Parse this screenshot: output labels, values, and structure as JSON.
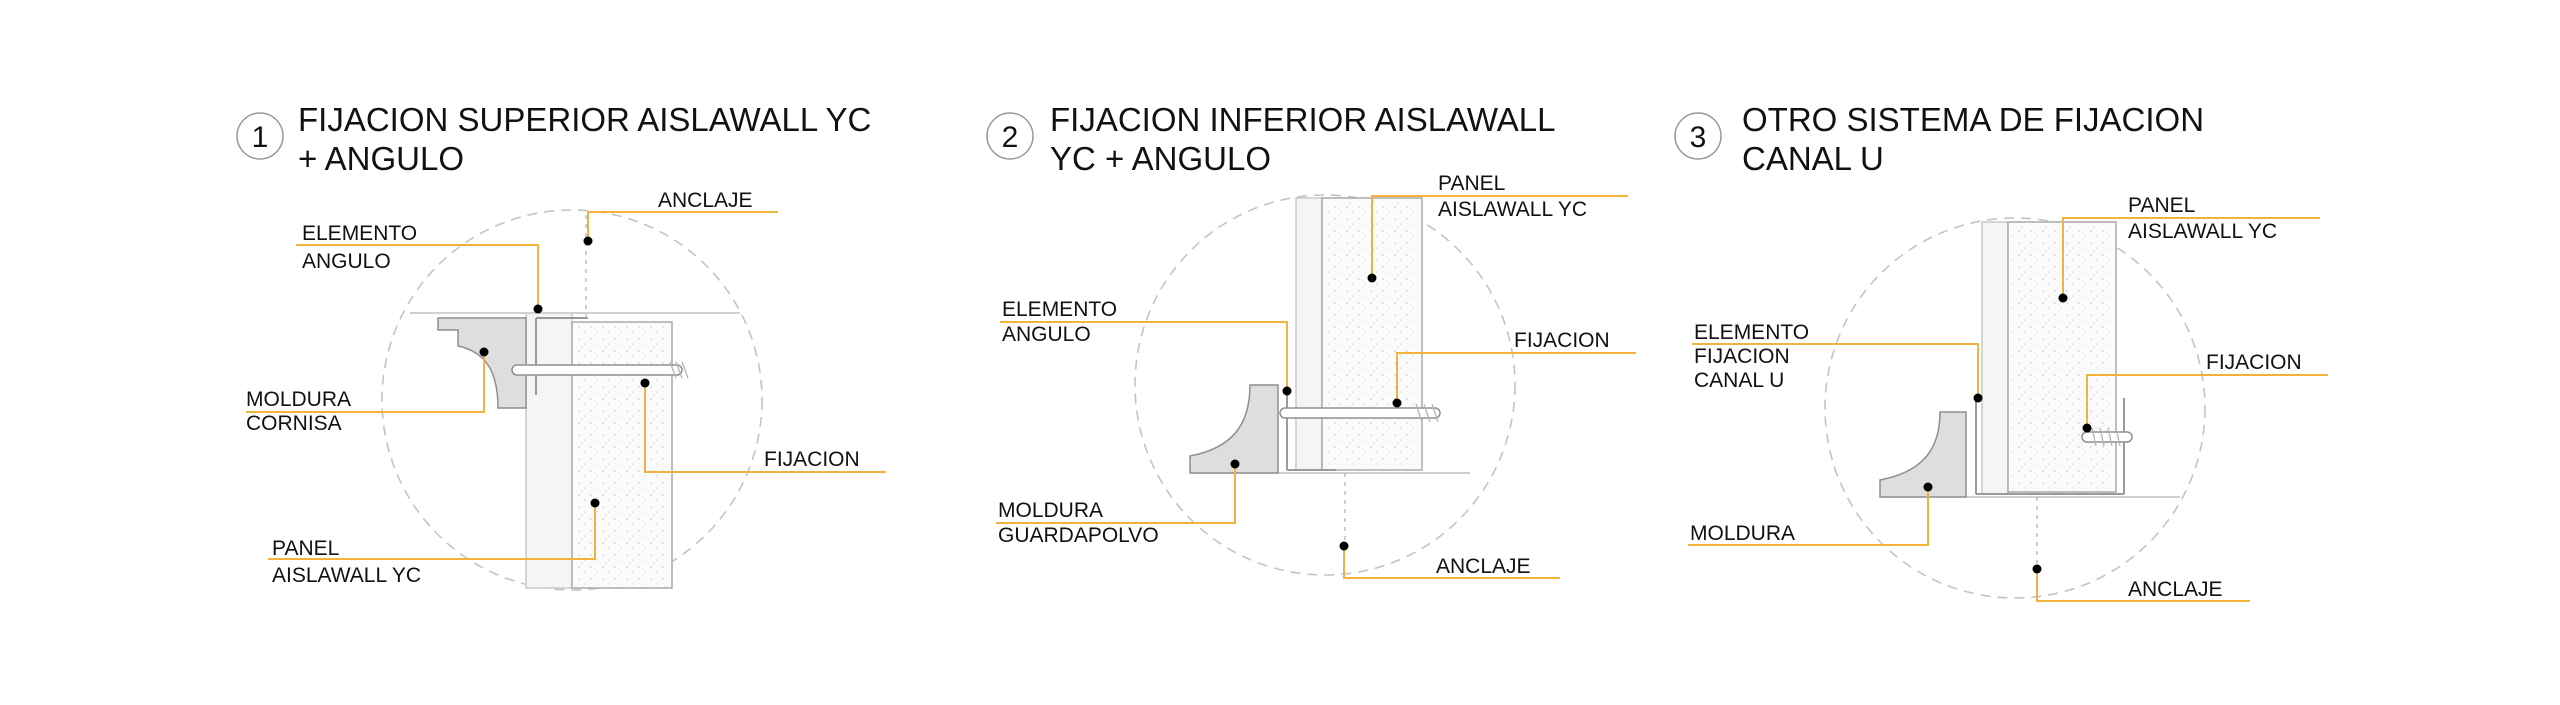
{
  "details": [
    {
      "number": "1",
      "title_lines": [
        "FIJACION SUPERIOR AISLAWALL YC",
        "+ ANGULO"
      ],
      "labels": {
        "anclaje": [
          "ANCLAJE"
        ],
        "elemento": [
          "ELEMENTO",
          "ANGULO"
        ],
        "moldura": [
          "MOLDURA",
          "CORNISA"
        ],
        "fijacion": [
          "FIJACION"
        ],
        "panel": [
          "PANEL",
          "AISLAWALL YC"
        ]
      }
    },
    {
      "number": "2",
      "title_lines": [
        "FIJACION INFERIOR AISLAWALL",
        "YC + ANGULO"
      ],
      "labels": {
        "panel": [
          "PANEL",
          "AISLAWALL YC"
        ],
        "elemento": [
          "ELEMENTO",
          "ANGULO"
        ],
        "fijacion": [
          "FIJACION"
        ],
        "moldura": [
          "MOLDURA",
          "GUARDAPOLVO"
        ],
        "anclaje": [
          "ANCLAJE"
        ]
      }
    },
    {
      "number": "3",
      "title_lines": [
        "OTRO SISTEMA DE FIJACION",
        "CANAL U"
      ],
      "labels": {
        "panel": [
          "PANEL",
          "AISLAWALL YC"
        ],
        "elemento": [
          "ELEMENTO",
          "FIJACION",
          "CANAL U"
        ],
        "fijacion": [
          "FIJACION"
        ],
        "moldura": [
          "MOLDURA"
        ],
        "anclaje": [
          "ANCLAJE"
        ]
      }
    }
  ],
  "colors": {
    "leader": "#f2b33d",
    "outline": "#c4c4c4",
    "molding_fill": "#dedede"
  }
}
